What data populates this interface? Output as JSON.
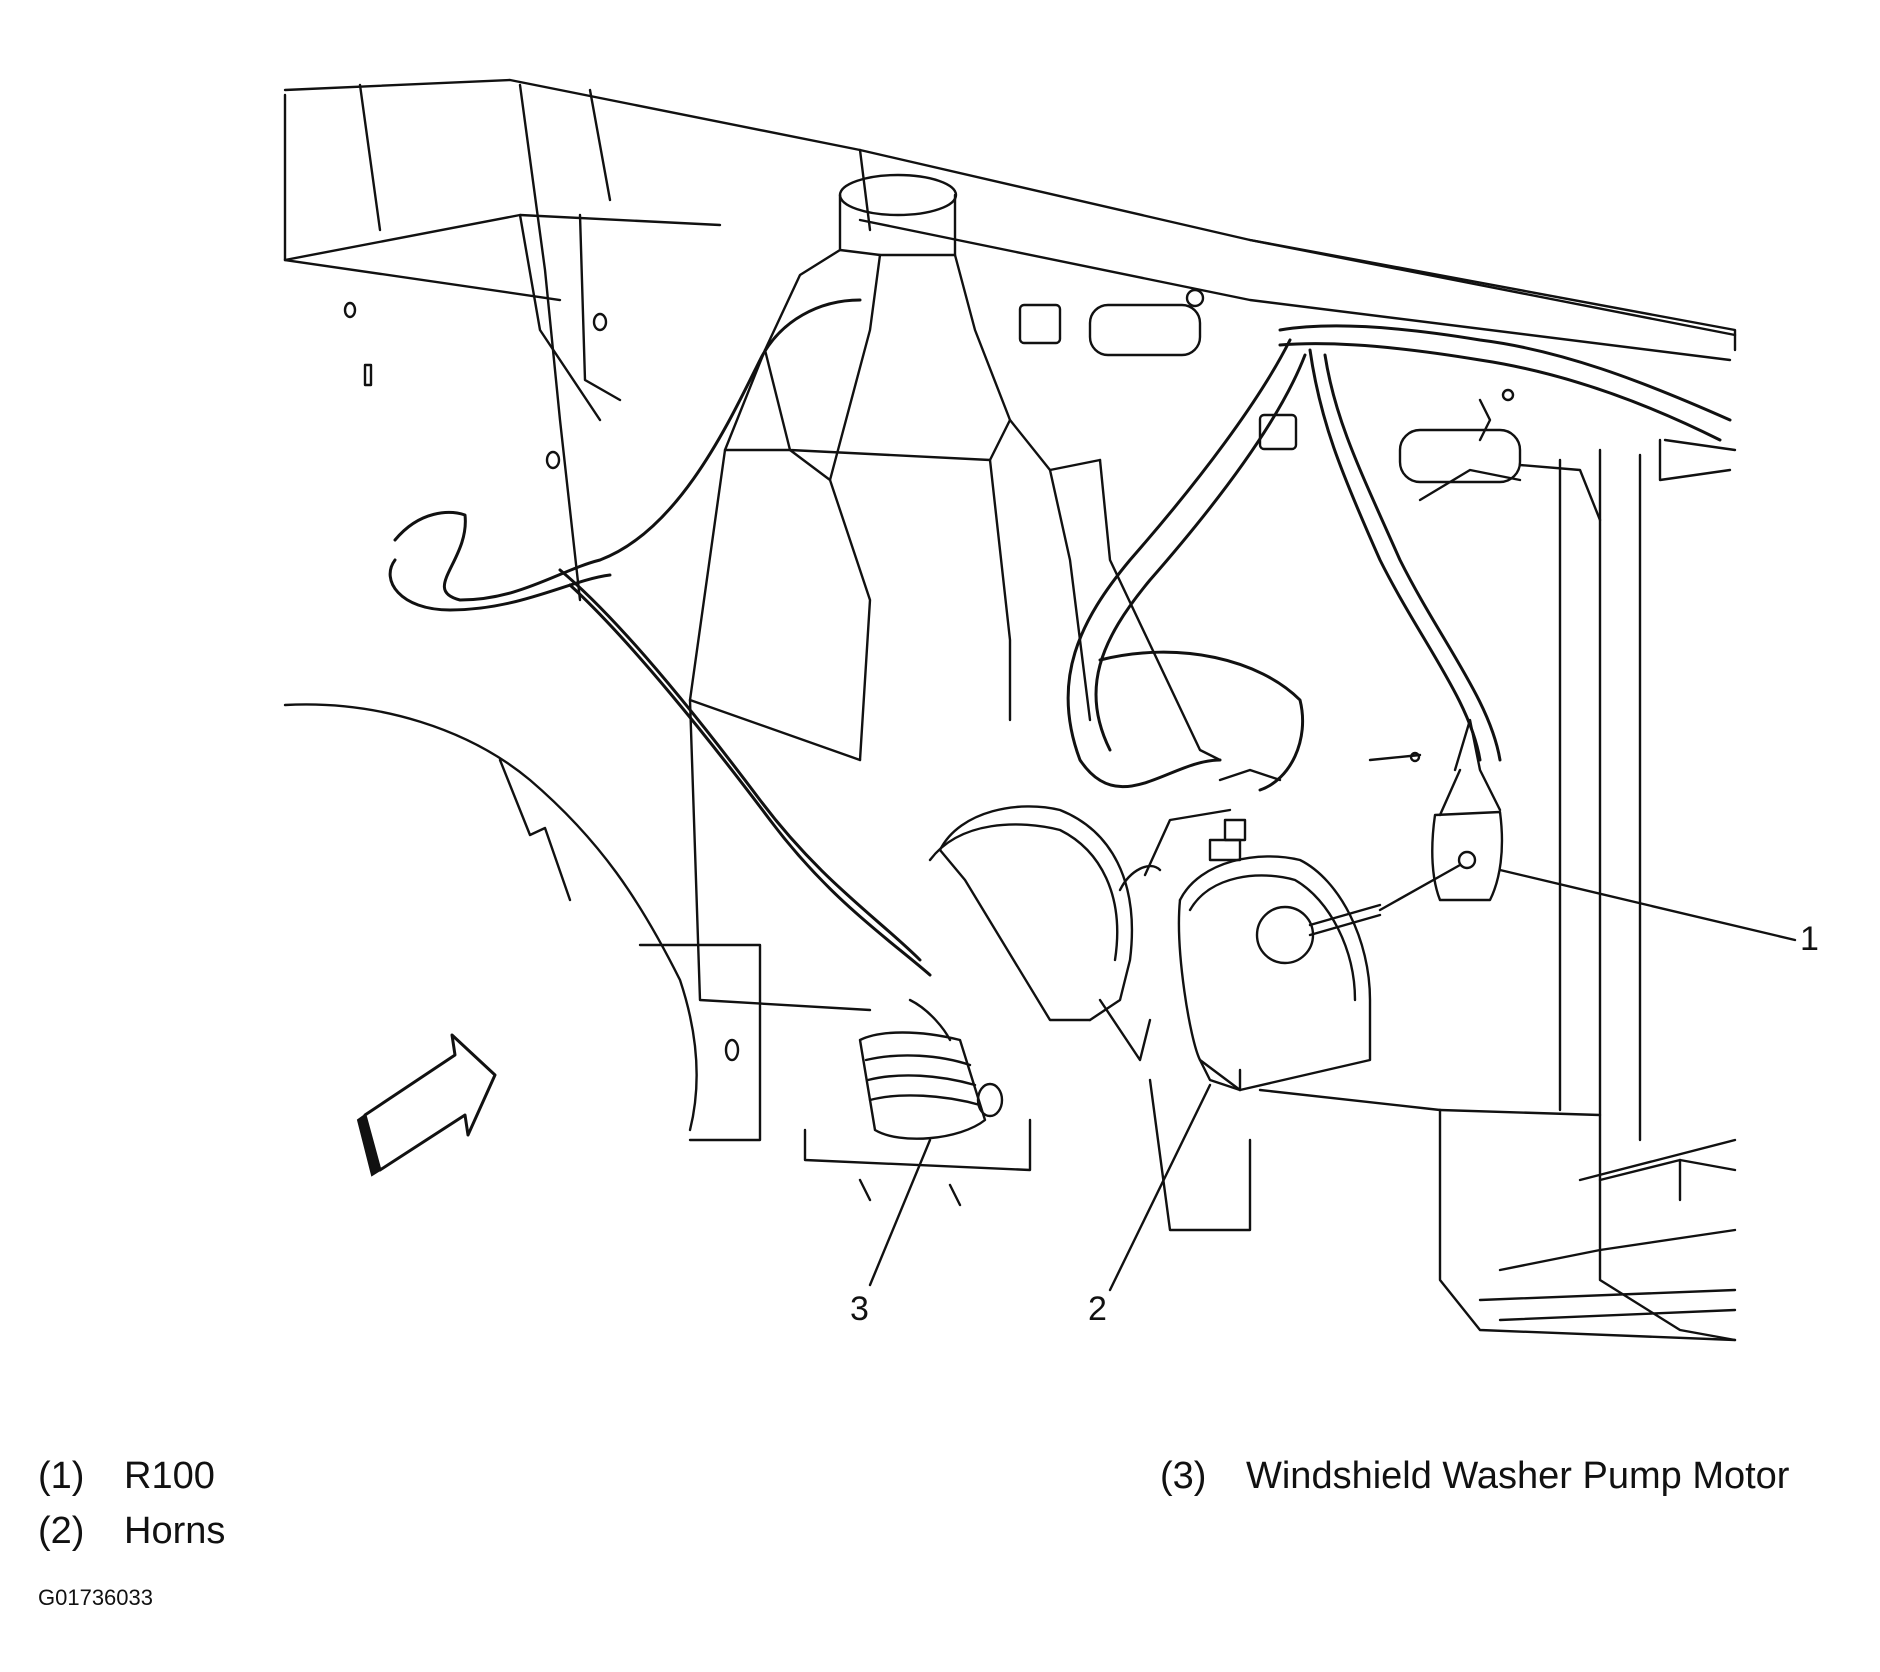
{
  "callouts": [
    {
      "id": "1",
      "label": "1"
    },
    {
      "id": "2",
      "label": "2"
    },
    {
      "id": "3",
      "label": "3"
    }
  ],
  "legend": [
    {
      "num": "(1)",
      "text": "R100"
    },
    {
      "num": "(2)",
      "text": "Horns"
    },
    {
      "num": "(3)",
      "text": "Windshield Washer Pump Motor"
    }
  ],
  "figure_id": "G01736033",
  "icons": {
    "view_arrow": "view-direction-arrow-icon"
  }
}
